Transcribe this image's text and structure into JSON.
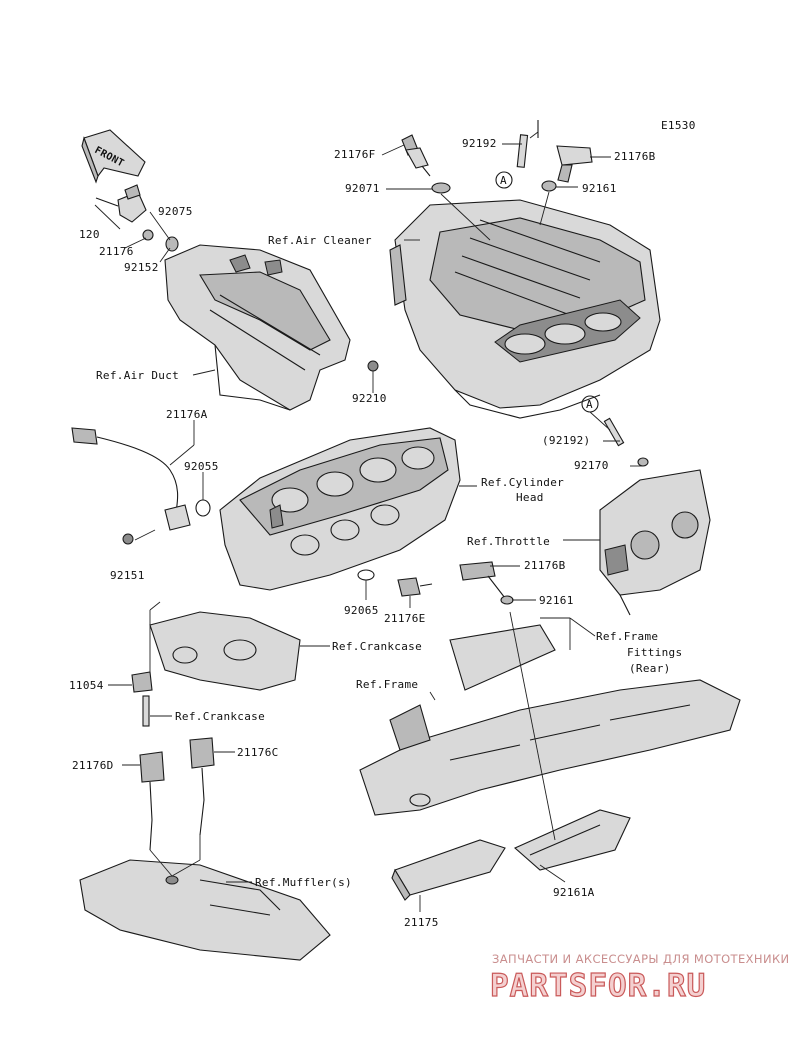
{
  "diagram_code": "E1530",
  "front_arrow": "FRONT",
  "parts": {
    "p21176F": "21176F",
    "p92192": "92192",
    "p21176B_top": "21176B",
    "p92071": "92071",
    "p92161_top": "92161",
    "circleA_top": "A",
    "p92075": "92075",
    "p120": "120",
    "p21176": "21176",
    "p92152": "92152",
    "p92210": "92210",
    "p21176A": "21176A",
    "p92055": "92055",
    "p92151": "92151",
    "p92065": "92065",
    "p21176E": "21176E",
    "circleA_mid": "A",
    "p92192_paren": "(92192)",
    "p92170": "92170",
    "p21176B_mid": "21176B",
    "p92161_mid": "92161",
    "p11054": "11054",
    "p21176D": "21176D",
    "p21176C": "21176C",
    "p21175": "21175",
    "p92161A": "92161A"
  },
  "refs": {
    "air_cleaner": "Ref.Air Cleaner",
    "air_duct": "Ref.Air Duct",
    "cylinder_head_1": "Ref.Cylinder",
    "cylinder_head_2": "Head",
    "throttle": "Ref.Throttle",
    "crankcase_1": "Ref.Crankcase",
    "crankcase_2": "Ref.Crankcase",
    "frame": "Ref.Frame",
    "frame_fittings_1": "Ref.Frame",
    "frame_fittings_2": "Fittings",
    "frame_fittings_3": "(Rear)",
    "muffler": "Ref.Muffler(s)"
  },
  "watermark": {
    "tagline": "ЗАПЧАСТИ И АКСЕССУАРЫ ДЛЯ МОТОТЕХНИКИ",
    "logo": "PARTSFOR.RU"
  }
}
